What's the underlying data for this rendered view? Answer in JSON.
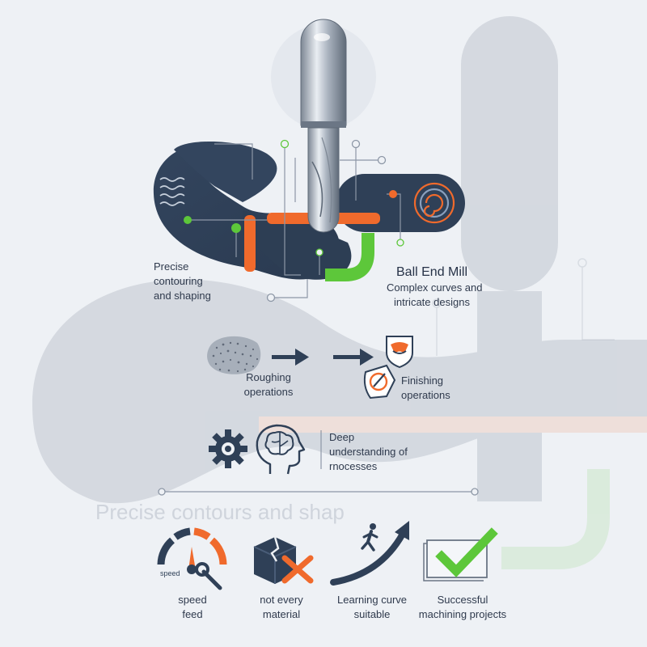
{
  "colors": {
    "background": "#eef1f5",
    "navy": "#2f4057",
    "orange": "#f06a2c",
    "green": "#5dc73a",
    "steel": "#9aa4b1",
    "text": "#2f3a4d"
  },
  "hero": {
    "tool_name": "Ball End Mill",
    "feature_lines": [
      "Complex curves and",
      "intricate designs"
    ],
    "precise_lines": [
      "Precise",
      "contouring",
      "and shaping"
    ]
  },
  "process": {
    "roughing_lines": [
      "Roughing",
      "operations"
    ],
    "finishing_lines": [
      "Finishing",
      "operations"
    ]
  },
  "understanding": {
    "lines": [
      "Deep",
      "understanding of",
      "rnocesses"
    ]
  },
  "bottom": [
    {
      "icon": "speedometer-wrench-icon",
      "gauge_label": "speed",
      "lines": [
        "speed",
        "feed"
      ]
    },
    {
      "icon": "broken-box-icon",
      "lines": [
        "not every",
        "material"
      ]
    },
    {
      "icon": "learning-curve-icon",
      "lines": [
        "Learning curve",
        "suitable"
      ]
    },
    {
      "icon": "checkmark-icon",
      "lines": [
        "Successful",
        "machining projects"
      ]
    }
  ],
  "background_ghost_lines": [
    "Precise",
    "contours",
    "and shap"
  ]
}
